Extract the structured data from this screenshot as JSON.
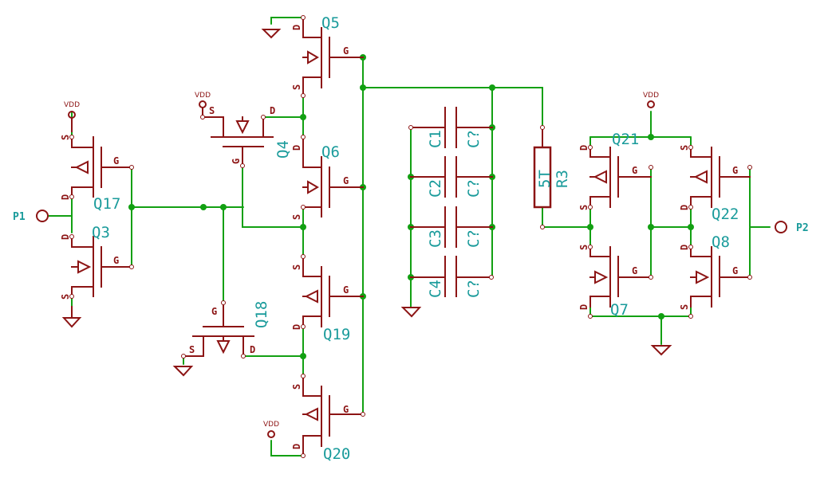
{
  "ports": {
    "p1": "P1",
    "p2": "P2"
  },
  "power": {
    "vdd": "VDD"
  },
  "pins": {
    "drain": "D",
    "source": "S",
    "gate": "G"
  },
  "transistors": {
    "q3": "Q3",
    "q4": "Q4",
    "q5": "Q5",
    "q6": "Q6",
    "q7": "Q7",
    "q8": "Q8",
    "q17": "Q17",
    "q18": "Q18",
    "q19": "Q19",
    "q20": "Q20",
    "q21": "Q21",
    "q22": "Q22"
  },
  "capacitors": {
    "c1": "C1",
    "c2": "C2",
    "c3": "C3",
    "c4": "C4",
    "unnamed": "C?"
  },
  "resistors": {
    "r3": {
      "ref": "R3",
      "value": "5T"
    }
  }
}
